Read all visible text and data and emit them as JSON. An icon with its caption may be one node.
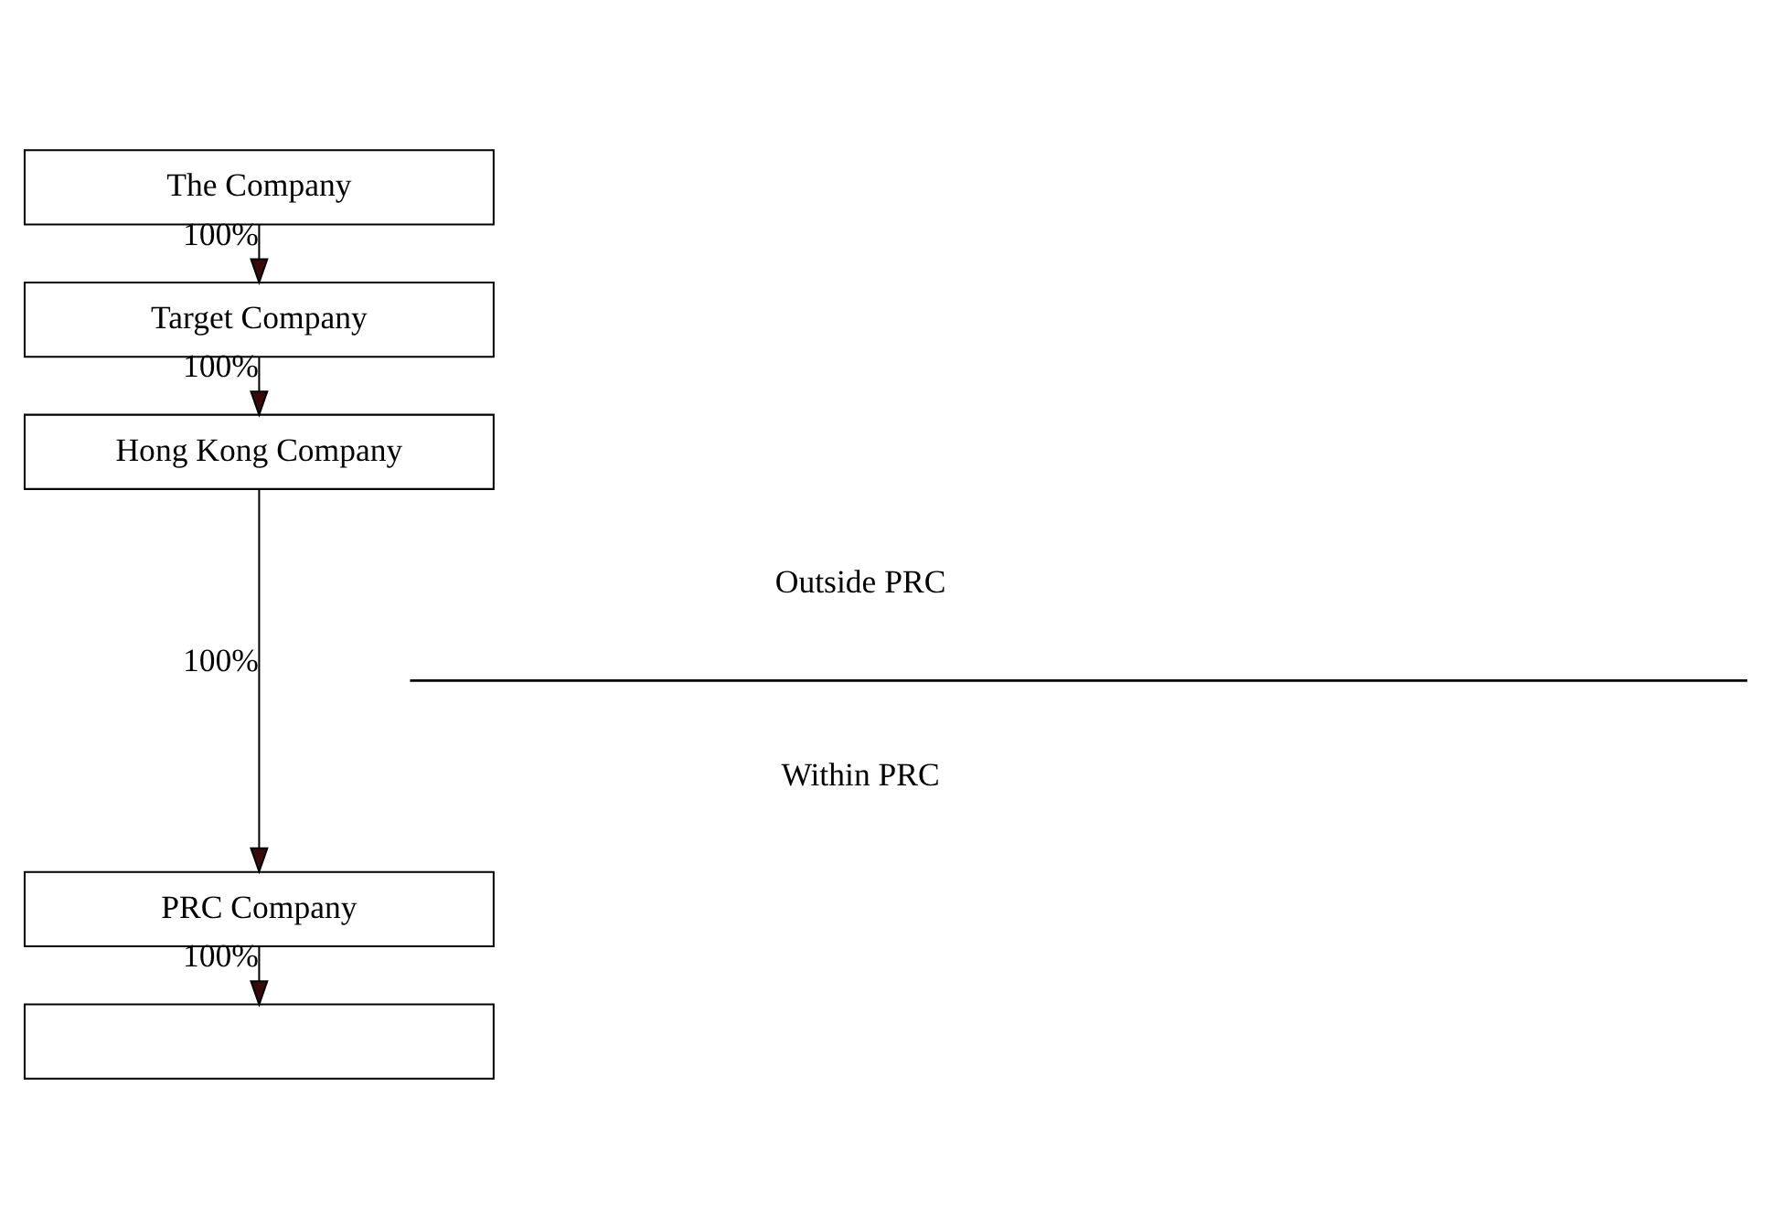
{
  "diagram": {
    "nodes": [
      {
        "text": [
          "The Company"
        ]
      },
      {
        "text": [
          "Target Company"
        ]
      },
      {
        "text": [
          "Hong Kong Company"
        ]
      },
      {
        "text": [
          "PRC Company"
        ]
      },
      {
        "text": [],
        "shape": "box"
      }
    ],
    "edges": [
      {
        "from": 0,
        "to": 1,
        "arrow": "to",
        "label": "100%"
      },
      {
        "from": 1,
        "to": 2,
        "arrow": "to",
        "label": "100%"
      },
      {
        "from": 2,
        "to": 3,
        "arrow": "to",
        "label": "100%"
      },
      {
        "from": 3,
        "to": 4,
        "arrow": "to",
        "label": "100%"
      }
    ],
    "labels": [
      "Outside PRC",
      "Within PRC"
    ]
  }
}
